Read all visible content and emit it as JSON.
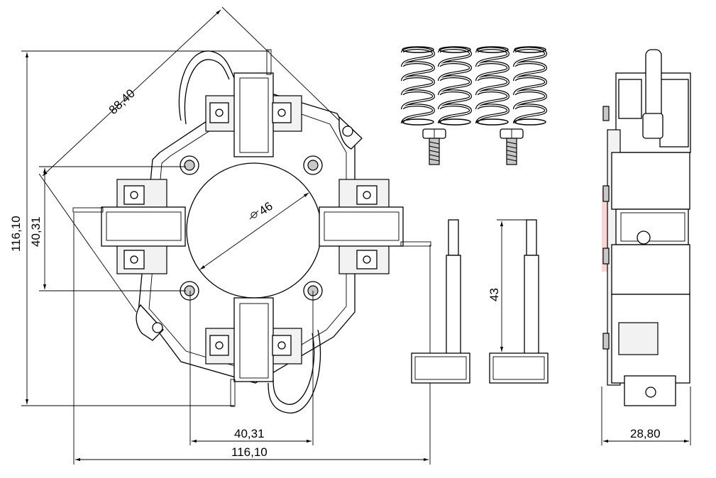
{
  "colors": {
    "line": "#000000",
    "watermark_bg": "#f7d6d6",
    "watermark_swirl": "#ffffff"
  },
  "dimensions": {
    "total_height": "116,10",
    "inner_height": "40,31",
    "diagonal": "88,40",
    "bore_diameter": "46",
    "inner_width": "40,31",
    "total_width": "116,10",
    "brush_length": "43",
    "side_width": "28,80"
  }
}
